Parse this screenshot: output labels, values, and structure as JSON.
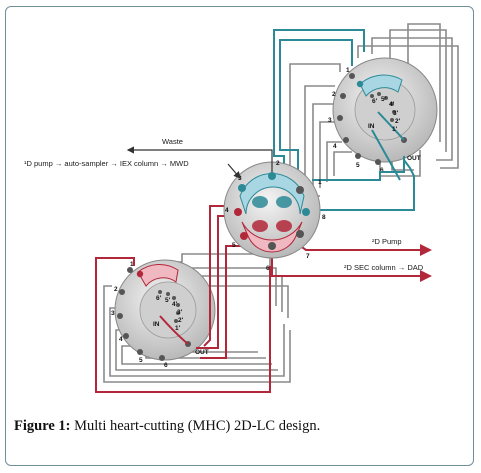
{
  "caption": {
    "label": "Figure 1:",
    "text": "Multi heart-cutting (MHC) 2D-LC design."
  },
  "labels": {
    "waste": "Waste",
    "d1_pump_path": "¹D pump → auto-sampler → IEX column → MWD",
    "d2_pump": "²D Pump",
    "d2_sec": "²D SEC column → DAD"
  },
  "center_valve_ports": [
    "1",
    "2",
    "3",
    "4",
    "5",
    "6",
    "7",
    "8"
  ],
  "top_valve_ports": [
    "1",
    "2",
    "3",
    "4",
    "5",
    "6",
    "6'",
    "5'",
    "4'",
    "3'",
    "2'",
    "1'"
  ],
  "top_valve_marks": {
    "in": "IN",
    "out": "OUT"
  },
  "bottom_valve_ports": [
    "1",
    "2",
    "3",
    "4",
    "5",
    "6",
    "6'",
    "5'",
    "4'",
    "3'",
    "2'",
    "1'"
  ],
  "bottom_valve_marks": {
    "in": "IN",
    "out": "OUT"
  },
  "colors": {
    "teal": "#2c8a97",
    "red": "#b2273a",
    "gray": "#8a8a8a",
    "valve": "#dcdcdc",
    "blue_fill": "#a8d6e2",
    "red_fill": "#f0b8c0"
  }
}
